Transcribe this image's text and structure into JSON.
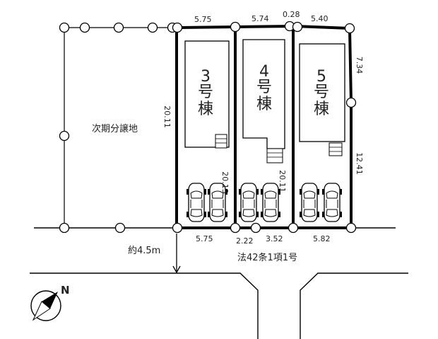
{
  "colors": {
    "line": "#000000",
    "text": "#222222",
    "thin": "#555555",
    "marker_fill": "#ffffff"
  },
  "next_phase_lot": "次期分譲地",
  "road": {
    "width_label": "約4.5m",
    "legal_label": "法42条1項1号"
  },
  "north_label": "N",
  "icons": [
    "compass-north-icon",
    "car-icon",
    "stairs-icon"
  ],
  "lots": [
    {
      "id": "3",
      "label_number": "3",
      "label_suffix": "号棟",
      "top_frontage": "5.75",
      "bottom_frontage": "5.75",
      "side_depth_left": "20.11",
      "side_depth_right": "20.13"
    },
    {
      "id": "4",
      "label_number": "4",
      "label_suffix": "号棟",
      "top_frontage": "5.74",
      "bottom_frontage": "2.22",
      "side_depth_right": "20.11"
    },
    {
      "id": "5",
      "label_number": "5",
      "label_suffix": "号棟",
      "top_frontage": "5.40",
      "bottom_frontage": "5.82",
      "side_upper": "7.34",
      "side_lower": "12.41"
    }
  ],
  "misc_dimensions": {
    "top_small": "0.28",
    "bottom_small": "3.52"
  }
}
